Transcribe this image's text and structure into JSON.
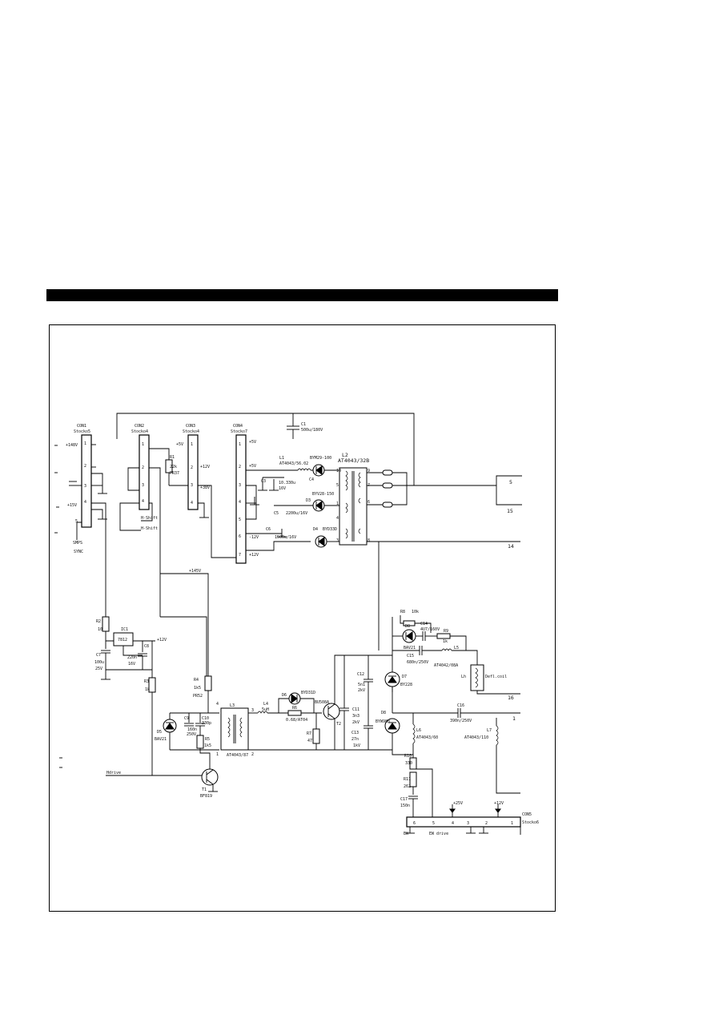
{
  "connectors": {
    "con1": {
      "name": "CON1",
      "type": "Stocko5",
      "pins": [
        "1",
        "2",
        "3",
        "4",
        "5"
      ]
    },
    "con2": {
      "name": "CON2",
      "type": "Stocko4",
      "pins": [
        "1",
        "2",
        "3",
        "4"
      ]
    },
    "con3": {
      "name": "CON3",
      "type": "Stocko4",
      "pins": [
        "1",
        "2",
        "3",
        "4"
      ]
    },
    "con4": {
      "name": "CON4",
      "type": "Stocko7",
      "pins": [
        "1",
        "2",
        "3",
        "4",
        "5",
        "6",
        "7"
      ]
    },
    "con5": {
      "name": "CON5",
      "type": "Stocko6",
      "pins": [
        "6",
        "5",
        "4",
        "3",
        "2",
        "1"
      ]
    }
  },
  "nets": {
    "v148": "+148V",
    "v15": "+15V",
    "v5": "+5V",
    "v12": "+12V",
    "v38": "+38V",
    "v5b": "+5V",
    "v5c": "+5V",
    "vm12": "-12V",
    "v12b": "+12V",
    "v145": "+145V",
    "v12c": "+12V",
    "v25": "+25V",
    "v12d": "+12V",
    "smps": "SMPS",
    "sync": "SYNC",
    "hshift1": "H-Shift",
    "hshift2": "H-Shift",
    "hdrive": "Hdrive",
    "ew": "EW",
    "ewdrive": "EW drive"
  },
  "parts": {
    "c1": {
      "ref": "C1",
      "value": "500u/180V"
    },
    "l1": {
      "ref": "L1",
      "value": "AT4043/56.02"
    },
    "d2": {
      "ref": "BYM29-100",
      "value": ""
    },
    "c3": {
      "ref": "C3",
      "value": "16V"
    },
    "c4": {
      "ref": "C4",
      "value": "10.330u"
    },
    "d3": {
      "ref": "D3",
      "value": "BYV28-150"
    },
    "c5": {
      "ref": "C5",
      "value": "2200u/16V"
    },
    "c6": {
      "ref": "C6",
      "value": "1500u/16V"
    },
    "d4": {
      "ref": "D4",
      "value": "BYD33D"
    },
    "l2": {
      "ref": "L2",
      "value": "AT4043/32B"
    },
    "r1": {
      "ref": "R1",
      "value": "22k",
      "extra": "PR37"
    },
    "r2": {
      "ref": "R2",
      "value": "10"
    },
    "ic1": {
      "ref": "IC1",
      "value": "7812"
    },
    "c7": {
      "ref": "C7",
      "value": "100u",
      "v": "25V"
    },
    "c8": {
      "ref": "C8",
      "value": "220n",
      "v": "16V"
    },
    "r3": {
      "ref": "R3",
      "value": "1k"
    },
    "r4": {
      "ref": "R4",
      "value": "1k5",
      "extra": "PR52"
    },
    "d5": {
      "ref": "D5",
      "value": "BAV21"
    },
    "c9": {
      "ref": "C9",
      "value": "160n"
    },
    "c10": {
      "ref": "C10",
      "value": "330p",
      "v": "250V"
    },
    "r5": {
      "ref": "R5",
      "value": "1k5"
    },
    "l3": {
      "ref": "L3",
      "value": "AT4043/87"
    },
    "l4": {
      "ref": "L4",
      "value": "5uH"
    },
    "d6": {
      "ref": "D6",
      "value": "BYD31D"
    },
    "r6": {
      "ref": "R6",
      "value": "0.68/AT04"
    },
    "r7": {
      "ref": "R7",
      "value": "47"
    },
    "t1": {
      "ref": "T1",
      "value": "BF819"
    },
    "t2": {
      "ref": "T2",
      "value": "BU508A"
    },
    "c11": {
      "ref": "C11",
      "value": "3n3",
      "v": "2kV"
    },
    "c12": {
      "ref": "C12",
      "value": "5n1",
      "v": "2kV"
    },
    "c13": {
      "ref": "C13",
      "value": "27n",
      "v": "1kV"
    },
    "r8": {
      "ref": "R8",
      "value": "10k"
    },
    "d8b": {
      "ref": "D8",
      "value": "BAV21"
    },
    "c14": {
      "ref": "C14",
      "value": "4U7/160V"
    },
    "r9": {
      "ref": "R9",
      "value": "1k"
    },
    "l5": {
      "ref": "L5",
      "value": "AT4042/08A"
    },
    "c15": {
      "ref": "C15",
      "value": "680n/250V"
    },
    "defl": {
      "ref": "Lh",
      "value": "Defl.coil"
    },
    "d7": {
      "ref": "D7",
      "value": "BY228"
    },
    "d8": {
      "ref": "D8",
      "value": "BYW98B"
    },
    "c16": {
      "ref": "C16",
      "value": "390n/250V"
    },
    "l6": {
      "ref": "L6",
      "value": "AT4043/60"
    },
    "l7": {
      "ref": "L7",
      "value": "AT4043/110"
    },
    "r10": {
      "ref": "R10",
      "value": "330"
    },
    "r11": {
      "ref": "R11",
      "value": "262"
    },
    "c17": {
      "ref": "C17",
      "value": "150n"
    }
  },
  "outputs": {
    "o5": "5",
    "o15": "15",
    "o14": "14",
    "o16": "16",
    "o1": "1"
  },
  "transformer_pins": {
    "p10": "10",
    "p5": "5",
    "p1": "1",
    "p4": "4",
    "p3": "3",
    "p9": "9",
    "p7": "7",
    "p6": "6",
    "p8": "8",
    "p2": "2"
  },
  "l3_pins": {
    "p4": "4",
    "p3": "3",
    "p1": "1",
    "p2": "2"
  }
}
